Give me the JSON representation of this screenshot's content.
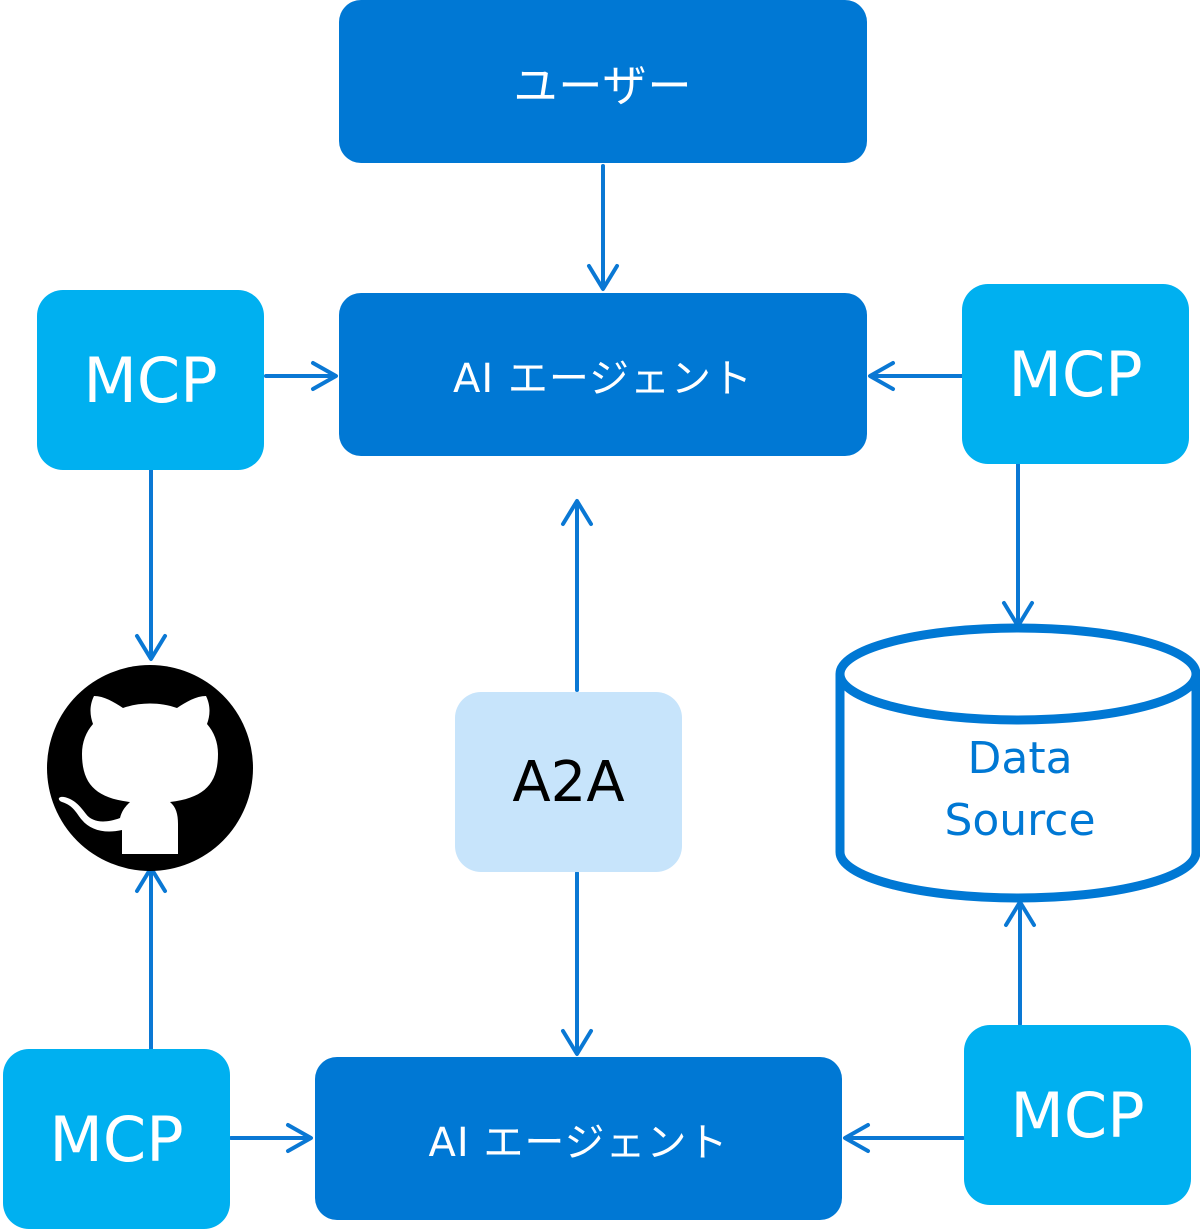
{
  "nodes": {
    "user": "ユーザー",
    "agent_top": "AI エージェント",
    "agent_bottom": "AI エージェント",
    "mcp_top_left": "MCP",
    "mcp_top_right": "MCP",
    "mcp_bottom_left": "MCP",
    "mcp_bottom_right": "MCP",
    "a2a": "A2A",
    "data_source": [
      "Data",
      "Source"
    ]
  },
  "icons": {
    "repository": "github-icon",
    "database": "database-cylinder-icon"
  },
  "colors": {
    "agent": "#0078d4",
    "mcp": "#00b0f0",
    "a2a": "#c7e4fb",
    "arrow": "#0a78d4"
  }
}
